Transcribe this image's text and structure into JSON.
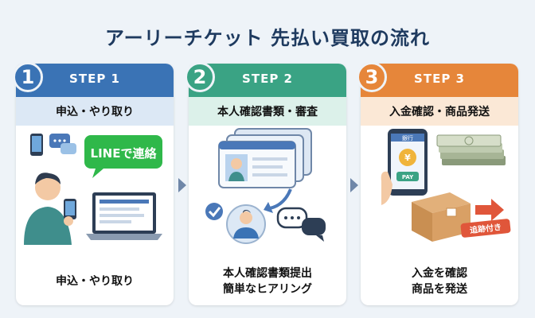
{
  "title": "アーリーチケット 先払い買取の流れ",
  "colors": {
    "title": "#1e3a5f",
    "step1": "#3a73b5",
    "step2": "#3aa384",
    "step3": "#e6863a",
    "sub1": "#dce8f5",
    "sub2": "#dcf1ea",
    "sub3": "#fbe8d6",
    "line_green": "#2fb84a"
  },
  "steps": [
    {
      "number": "1",
      "label": "STEP 1",
      "subtitle": "申込・やり取り",
      "caption": [
        "申込・やり取り"
      ],
      "bubble": "LINEで連絡"
    },
    {
      "number": "2",
      "label": "STEP 2",
      "subtitle": "本人確認書類・審査",
      "caption": [
        "本人確認書類提出",
        "簡単なヒアリング"
      ]
    },
    {
      "number": "3",
      "label": "STEP 3",
      "subtitle": "入金確認・商品発送",
      "caption": [
        "入金を確認",
        "商品を発送"
      ],
      "bank_label": "銀行",
      "pay_label": "PAY",
      "tracking_tag": "追跡付き"
    }
  ]
}
